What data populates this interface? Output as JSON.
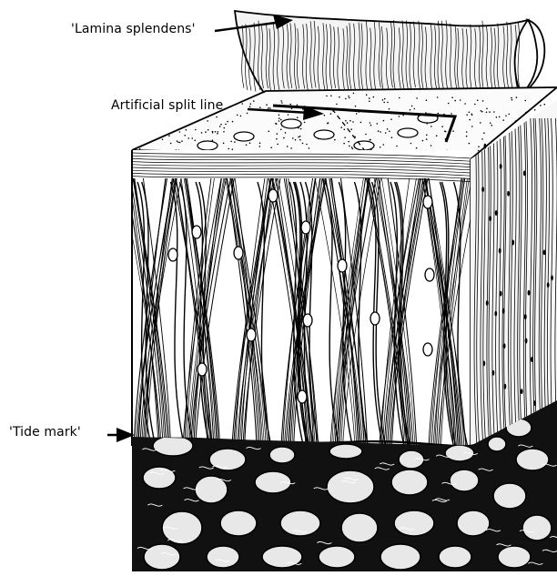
{
  "labels": {
    "lamina_splendens": "'Lamina splendens'",
    "artificial_split_line": "Artificial split line",
    "tide_mark": "'Tide mark'"
  },
  "colors": {
    "ink": "#000000",
    "paper": "#ffffff",
    "shade": "#e8e8e8"
  }
}
